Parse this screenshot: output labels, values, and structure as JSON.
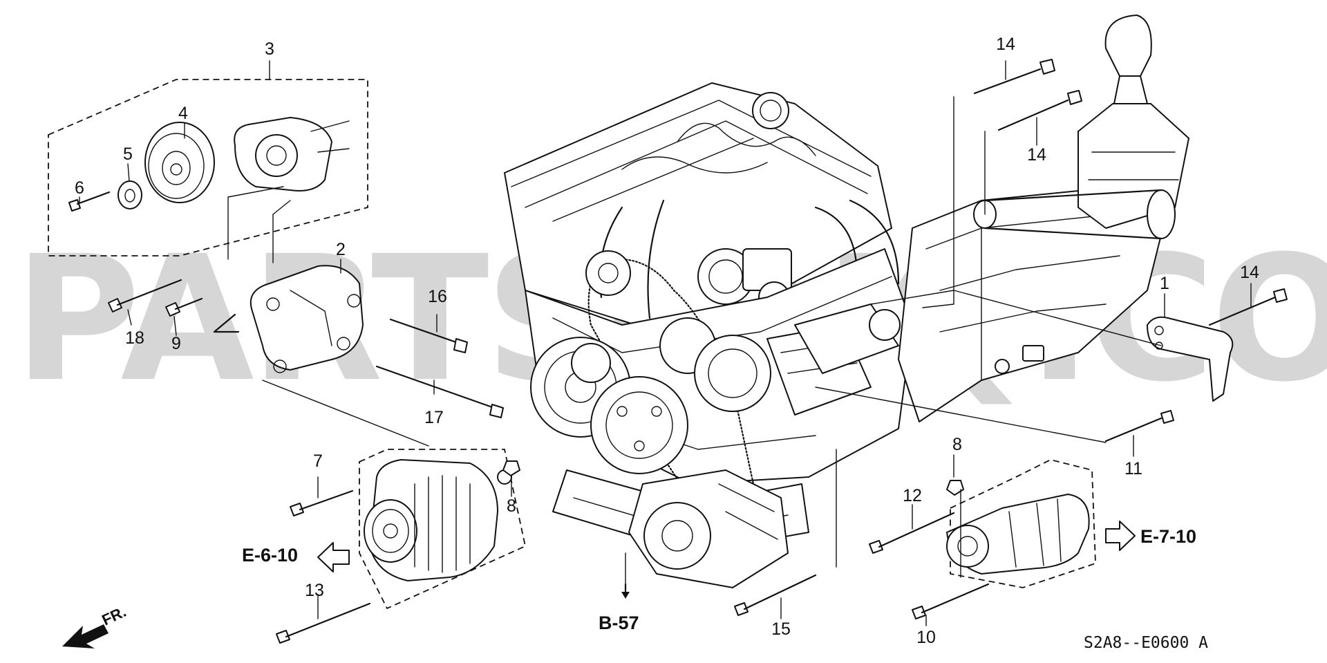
{
  "watermark": "PARTSOUQ.COM",
  "diagram_code": "S2A8--E0600  A",
  "front_label": "FR.",
  "callouts": {
    "c1": "1",
    "c2": "2",
    "c3": "3",
    "c4": "4",
    "c5": "5",
    "c6": "6",
    "c7": "7",
    "c8a": "8",
    "c8b": "8",
    "c9": "9",
    "c10": "10",
    "c11": "11",
    "c12": "12",
    "c13": "13",
    "c14a": "14",
    "c14b": "14",
    "c14c": "14",
    "c15": "15",
    "c16": "16",
    "c17": "17",
    "c18": "18"
  },
  "references": {
    "alternator_ref": "E-6-10",
    "starter_ref": "E-7-10",
    "engine_ref": "B-57"
  }
}
